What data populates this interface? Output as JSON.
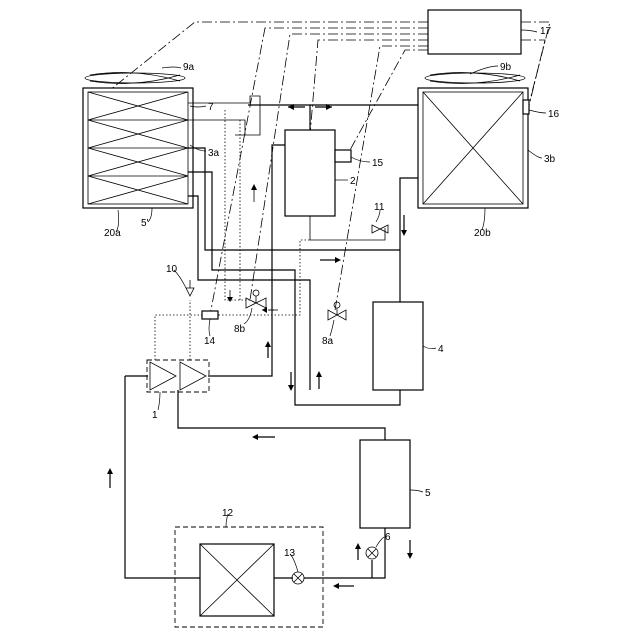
{
  "labels": {
    "controller": "17",
    "fan_a": "9a",
    "fan_b": "9b",
    "hx_a": "20a",
    "hx_b": "20b",
    "pipe_7": "7",
    "pipe_3a": "3a",
    "pipe_3b": "3b",
    "fin_5": "5'",
    "sensor_16": "16",
    "sensor_15": "15",
    "accumulator_2": "2",
    "valve_11": "11",
    "valve_10": "10",
    "valve_8a": "8a",
    "valve_8b": "8b",
    "sensor_14": "14",
    "compressor_1": "1",
    "tank_4": "4",
    "tank_5": "5",
    "valve_6": "6",
    "hx_12": "12",
    "valve_13": "13"
  },
  "colors": {
    "line": "#000000",
    "background": "#ffffff"
  }
}
